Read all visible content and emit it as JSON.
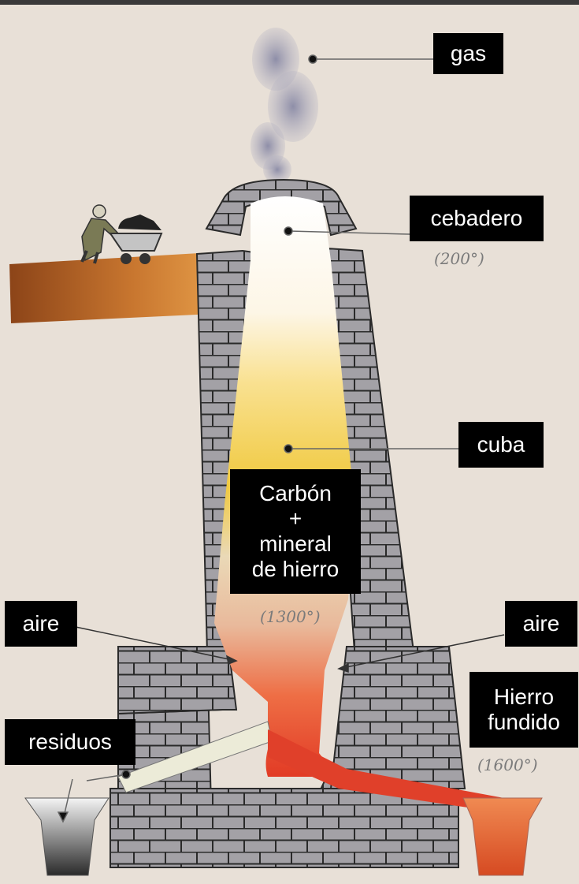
{
  "labels": {
    "gas": "gas",
    "cebadero": "cebadero",
    "cuba": "cuba",
    "charge": [
      "Carbón",
      "+",
      "mineral",
      "de hierro"
    ],
    "aire_left": "aire",
    "aire_right": "aire",
    "residuos": "residuos",
    "hierro": [
      "Hierro",
      "fundido"
    ]
  },
  "temperatures": {
    "cebadero": "(200°)",
    "middle": "(1300°)",
    "hierro": "(1600°)"
  },
  "colors": {
    "background": "#e8e0d7",
    "brick": "#a09ea3",
    "label_bg": "#000000",
    "label_text": "#ffffff",
    "molten": "#e8472c"
  }
}
